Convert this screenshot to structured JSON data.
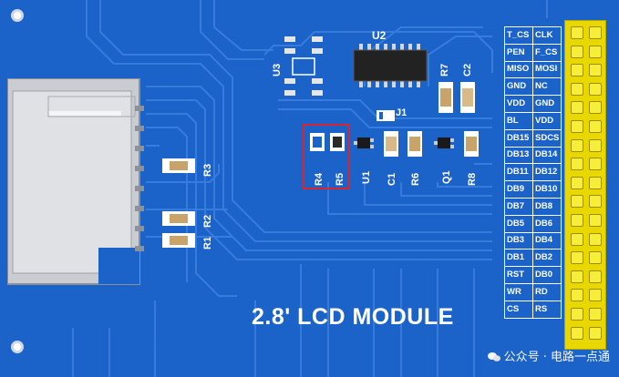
{
  "board": {
    "title": "2.8' LCD MODULE",
    "colors": {
      "pcb": "#1b63c9",
      "header": "#e8d800",
      "highlight": "#d9262c"
    }
  },
  "components": {
    "u2": "U2",
    "u3": "U3",
    "r7": "R7",
    "c2": "C2",
    "j1": "J1",
    "r4": "R4",
    "r5": "R5",
    "u1": "U1",
    "c1": "C1",
    "r6": "R6",
    "q1": "Q1",
    "r8": "R8",
    "r3": "R3",
    "r2": "R2",
    "r1": "R1"
  },
  "pins": {
    "left": [
      "T_CS",
      "PEN",
      "MISO",
      "GND",
      "VDD",
      "BL",
      "DB15",
      "DB13",
      "DB11",
      "DB9",
      "DB7",
      "DB5",
      "DB3",
      "DB1",
      "RST",
      "WR",
      "CS"
    ],
    "right": [
      "CLK",
      "F_CS",
      "MOSI",
      "NC",
      "GND",
      "VDD",
      "SDCS",
      "DB14",
      "DB12",
      "DB10",
      "DB8",
      "DB6",
      "DB4",
      "DB2",
      "DB0",
      "RD",
      "RS"
    ]
  },
  "watermark": {
    "text": "公众号 · 电路一点通",
    "icon": "wechat-icon"
  }
}
